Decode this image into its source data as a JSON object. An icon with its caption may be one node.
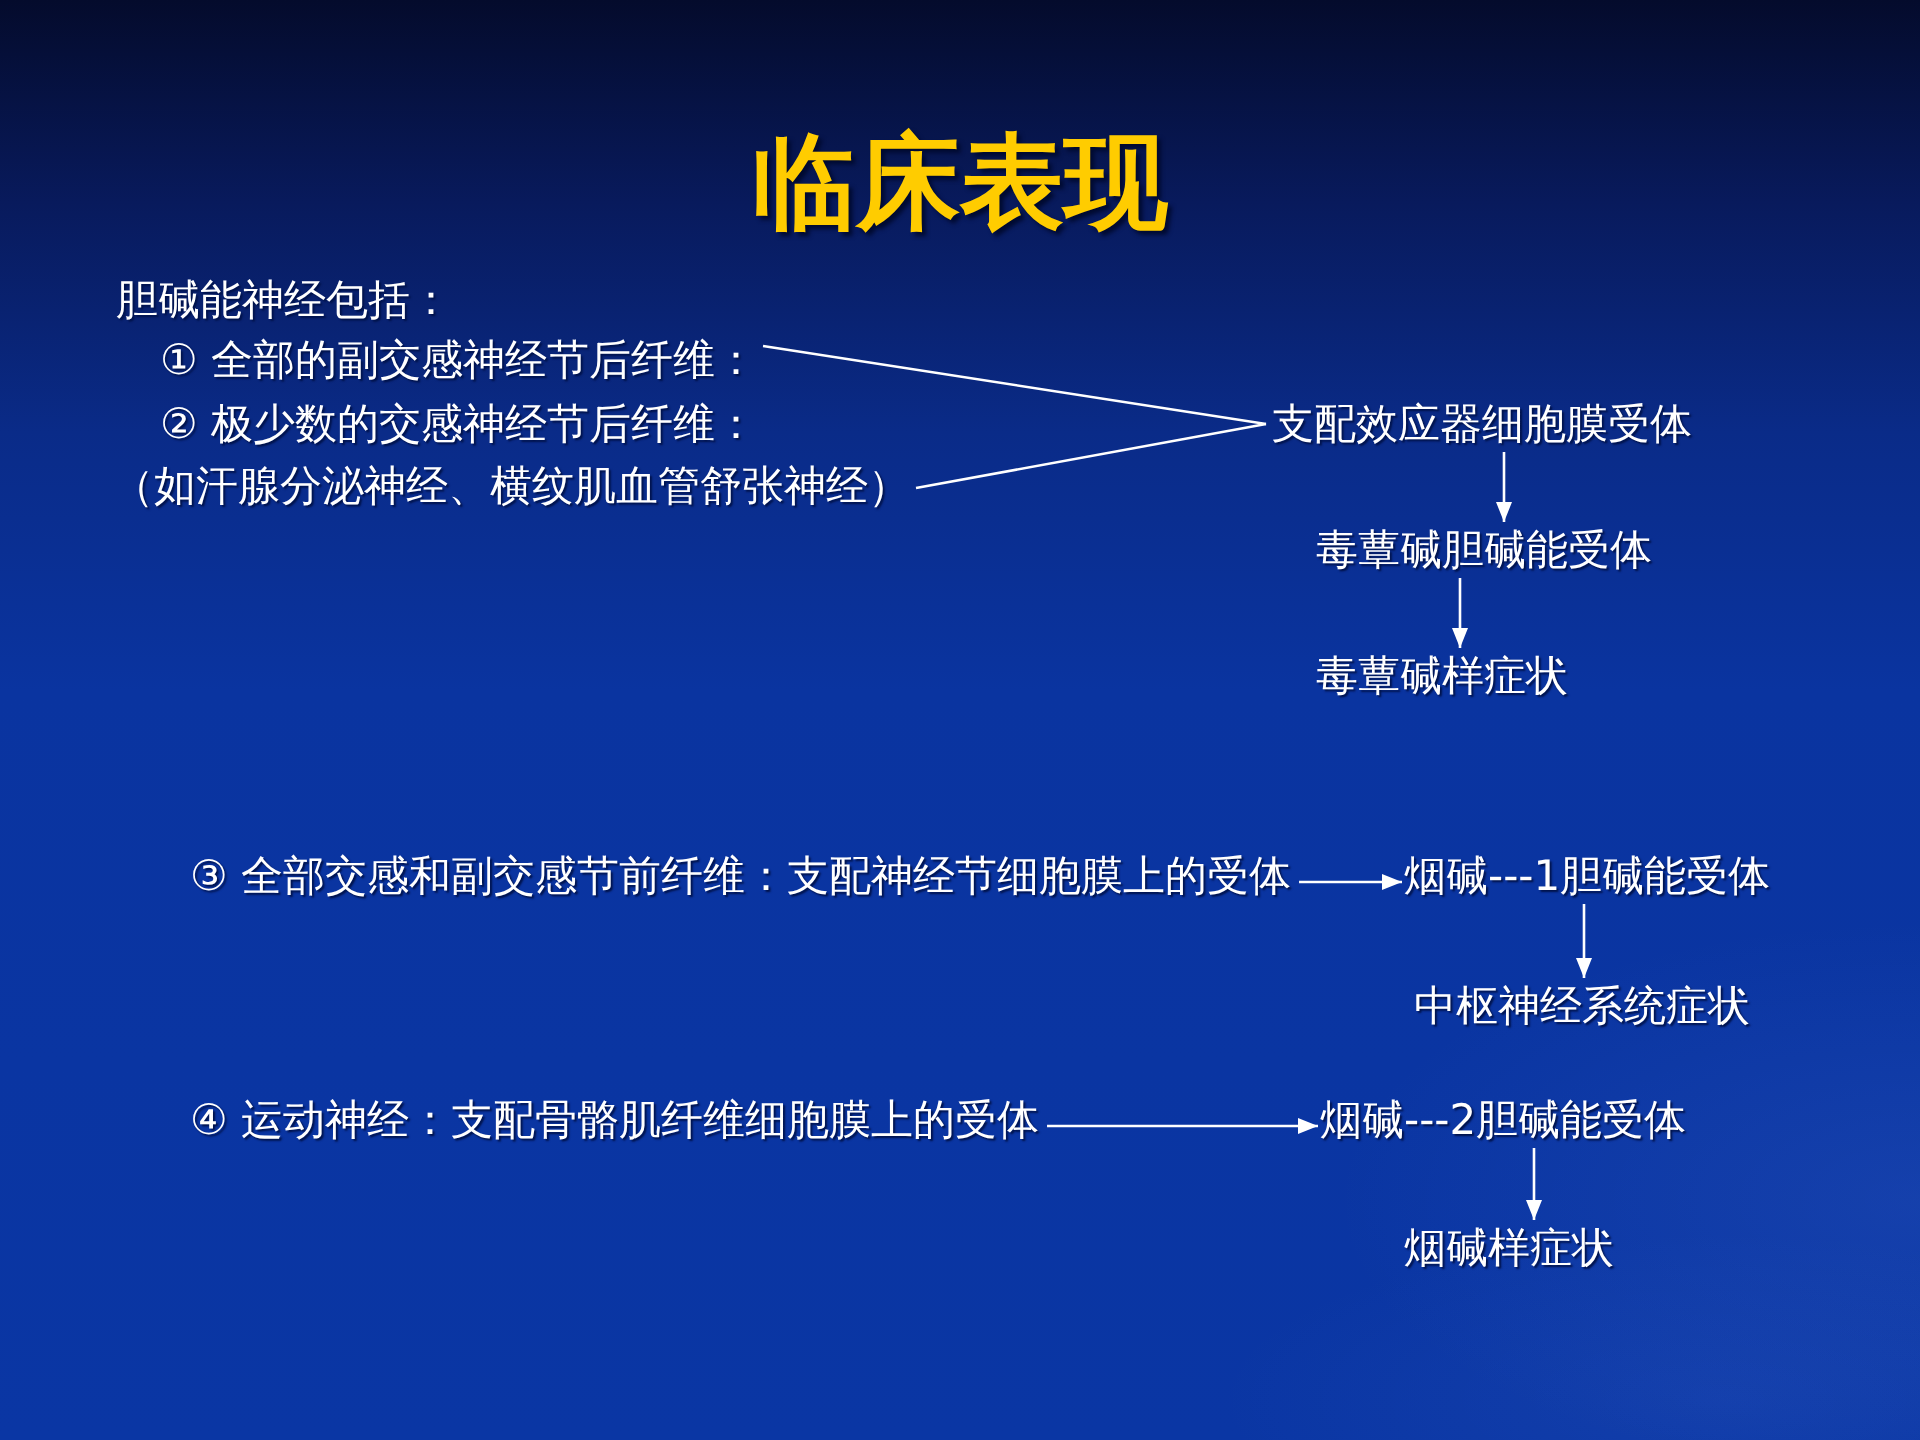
{
  "diagram": {
    "title": "临床表现",
    "nodes": [
      {
        "text": [
          "① 全部的副交感神经节后纤维："
        ]
      },
      {
        "text": [
          "（如汗腺分泌神经、横纹肌血管舒张神经）"
        ]
      },
      {
        "text": [
          "支配效应器细胞膜受体"
        ]
      },
      {
        "text": [
          "毒蕈碱胆碱能受体"
        ]
      },
      {
        "text": [
          "毒蕈碱样症状"
        ]
      },
      {
        "text": [
          "③ 全部交感和副交感节前纤维：支配神经节细胞膜上的受体"
        ]
      },
      {
        "text": [
          "烟碱---1胆碱能受体"
        ]
      },
      {
        "text": [
          "中枢神经系统症状"
        ]
      },
      {
        "text": [
          "④ 运动神经：支配骨骼肌纤维细胞膜上的受体"
        ]
      },
      {
        "text": [
          "烟碱---2胆碱能受体"
        ]
      },
      {
        "text": [
          "烟碱样症状"
        ]
      }
    ],
    "edges": [
      {
        "from": 0,
        "to": 2,
        "arrow": "none"
      },
      {
        "from": 1,
        "to": 2,
        "arrow": "none"
      },
      {
        "from": 2,
        "to": 3,
        "arrow": "to"
      },
      {
        "from": 3,
        "to": 4,
        "arrow": "to"
      },
      {
        "from": 5,
        "to": 6,
        "arrow": "to"
      },
      {
        "from": 6,
        "to": 7,
        "arrow": "to"
      },
      {
        "from": 8,
        "to": 9,
        "arrow": "to"
      },
      {
        "from": 9,
        "to": 10,
        "arrow": "to"
      }
    ],
    "labels": [
      "胆碱能神经包括：",
      "② 极少数的交感神经节后纤维："
    ]
  }
}
